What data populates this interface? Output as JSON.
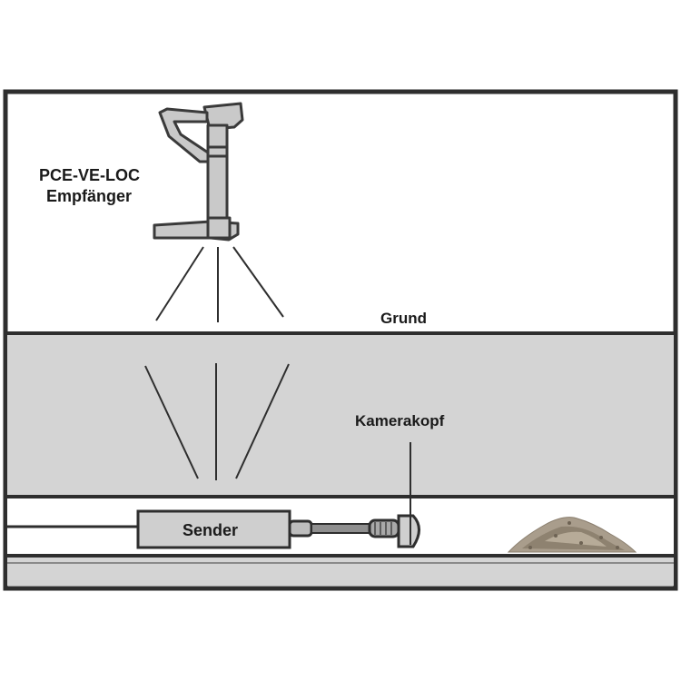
{
  "labels": {
    "receiver_line1": "PCE-VE-LOC",
    "receiver_line2": "Empfänger",
    "ground": "Grund",
    "camera_head": "Kamerakopf",
    "sender": "Sender"
  },
  "colors": {
    "soil": "#d4d4d4",
    "outline": "#333333",
    "device": "#c9c9c9",
    "background": "#ffffff"
  }
}
